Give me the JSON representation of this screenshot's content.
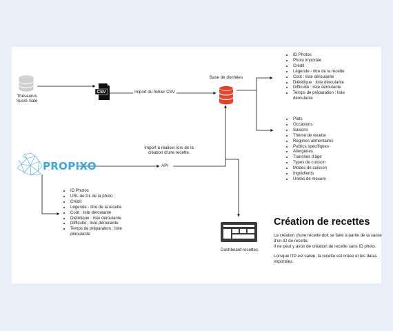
{
  "diagram": {
    "nodes": {
      "thesaurus": {
        "label_line1": "Thésaurus",
        "label_line2": "Sucré-Salé",
        "icon": "database-grey-icon"
      },
      "csv": {
        "text": "CSV",
        "icon": "csv-file-icon"
      },
      "base": {
        "label": "Base de données",
        "icon": "database-red-icon"
      },
      "propixo": {
        "text": "PROPIXO",
        "icon": "lion-logo"
      },
      "dashboard": {
        "label": "Dashboard recettes",
        "icon": "dashboard-icon"
      }
    },
    "edges": {
      "import_csv": "Import du fichier CSV",
      "api": "API",
      "import_note_line1": "Import à réaliser lors de la",
      "import_note_line2": "création d'une recette."
    },
    "list_photos": [
      "ID Photos",
      "Photo importée",
      "Crédit",
      "Légende - titre de la recette",
      "Coût : liste déroulante",
      "Diététique : liste déroulante",
      "Difficulté : liste déroulante",
      "Temps de préparation : liste déroulante"
    ],
    "list_categories": [
      "Plats",
      "Occasions",
      "Saisons",
      "Thème de recette",
      "Régimes alimentaires",
      "Publics spécifiques",
      "Allergènes",
      "Tranches d'âge",
      "Types de cuisson",
      "Modes de cuisson",
      "Ingrédients",
      "Unités de mesure"
    ],
    "list_propixo": [
      "ID Photos",
      "URL de DL de la photo",
      "Crédit",
      "Légende - titre de la recette",
      "Coût : liste déroulante",
      "Diététique : liste déroulante",
      "Difficulté : liste déroulante",
      "Temps de préparation : liste déroulante"
    ],
    "creation": {
      "title": "Création de recettes",
      "para1": "La création d'une recette doit se faire à partie de la saisie d'un ID de recette.",
      "para2": "Il ne peut y avoir de création de recette sans ID photo.",
      "para3": "Lorsque l'ID est saisie, la recette est créée et les datas importées."
    },
    "colors": {
      "accent": "#3fa6dc",
      "db_red": "#e0452a",
      "db_grey": "#c8c8c8",
      "line": "#111111"
    }
  }
}
